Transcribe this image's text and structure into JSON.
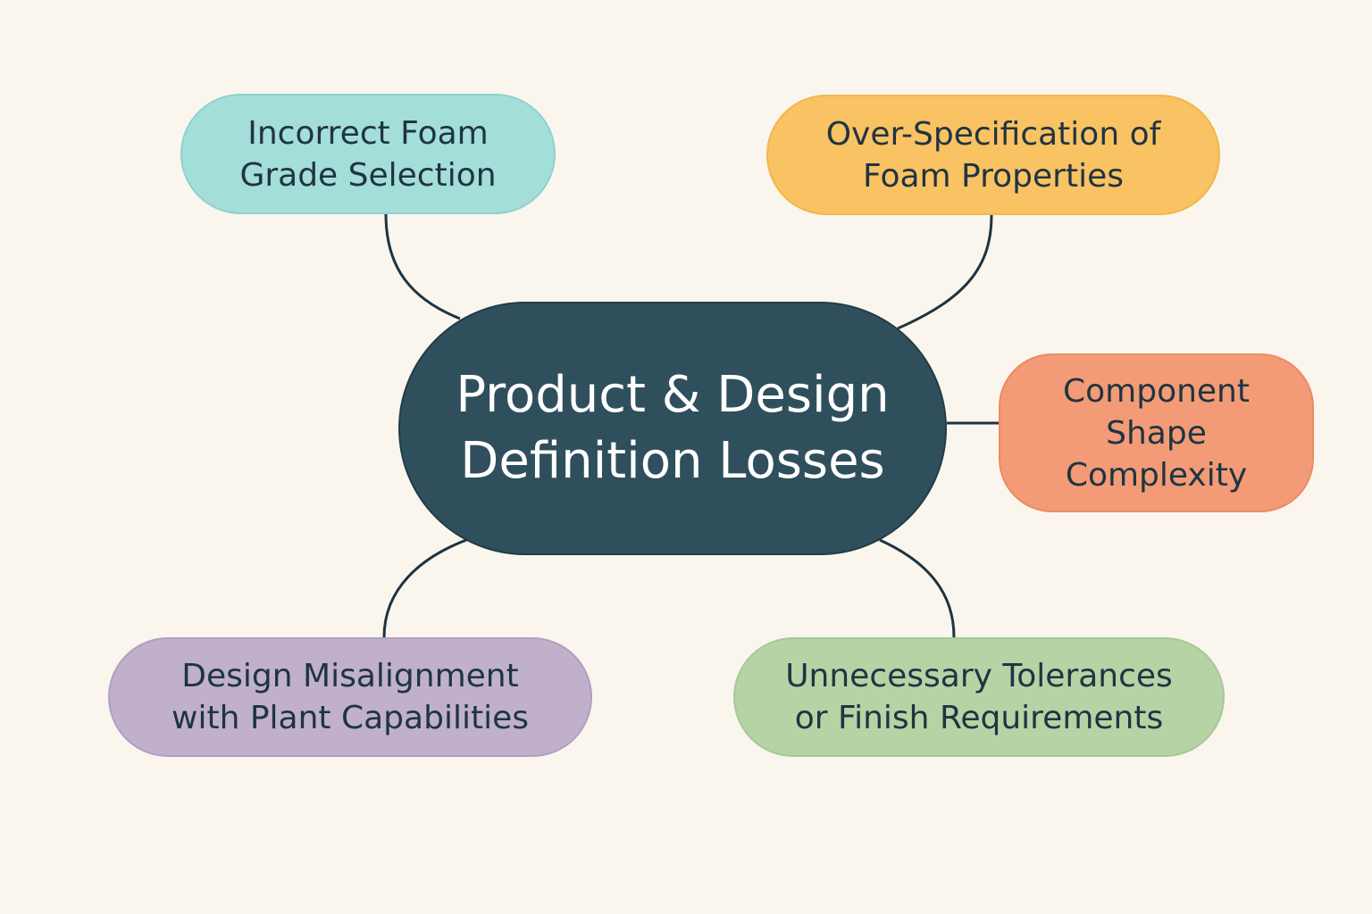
{
  "diagram": {
    "center": "Product & Design\nDefinition Losses",
    "nodes": [
      {
        "label": "Incorrect Foam\nGrade Selection",
        "color": "#a3ded9"
      },
      {
        "label": "Over-Specification of\nFoam Properties",
        "color": "#f9c262"
      },
      {
        "label": "Component\nShape\nComplexity",
        "color": "#f29b76"
      },
      {
        "label": "Design Misalignment\nwith Plant Capabilities",
        "color": "#c0b0cc"
      },
      {
        "label": "Unnecessary Tolerances\nor Finish Requirements",
        "color": "#b5d3a5"
      }
    ],
    "center_color": "#2f4f5c",
    "line_color": "#1f3340"
  }
}
